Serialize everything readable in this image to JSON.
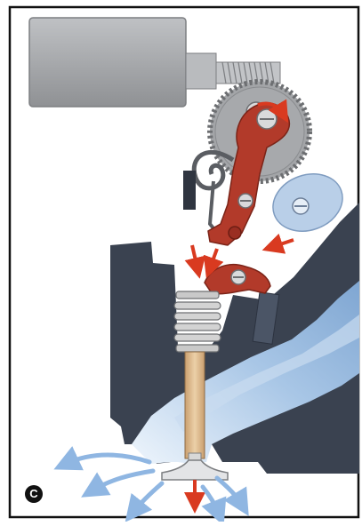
{
  "panel_label": "C",
  "colors": {
    "frame": "#111111",
    "head_dark": "#3a4250",
    "port_light": "#dce9f6",
    "port_mid": "#9cbde0",
    "lever_red": "#b23a2a",
    "arrow_red": "#d93a20",
    "gear_gray": "#a3a5a8",
    "motor_gray": "#a9abae",
    "spring_gray": "#c9c9c9",
    "stem_tan": "#e0bf93",
    "cam_blue": "#b9cfe8",
    "exhaust_blue": "#8fb6e2"
  },
  "components": [
    "motor-body",
    "motor-shaft-screw",
    "worm-gear",
    "rocker-lever",
    "pivot-lever",
    "cam-lobe",
    "return-spring",
    "valve-spring",
    "valve-stem",
    "valve-head",
    "cylinder-head",
    "exhaust-port"
  ]
}
